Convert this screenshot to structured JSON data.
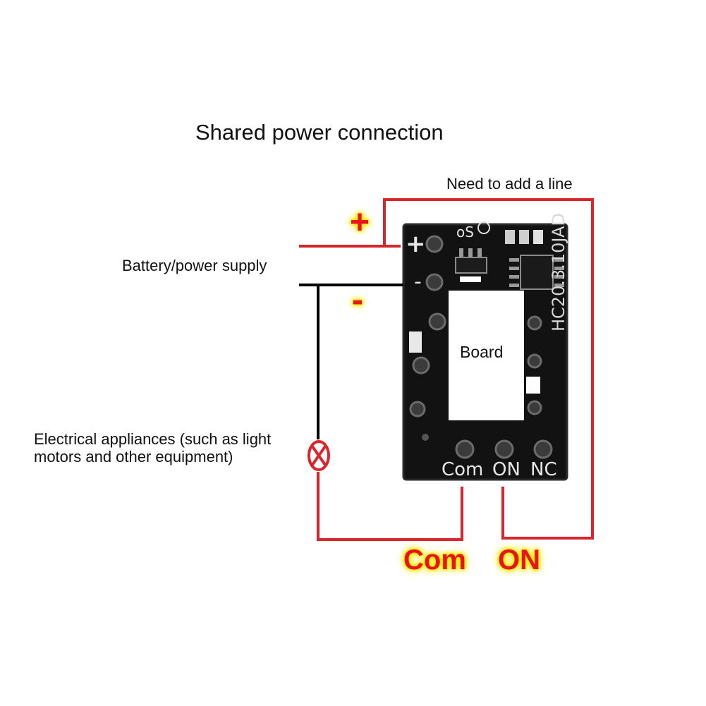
{
  "title": "Shared power connection",
  "note": "Need to add a line",
  "battery_label": "Battery/power supply",
  "appliance_label_lines": [
    "Electrical appliances (such as light",
    "motors and other equipment)"
  ],
  "board_label": "Board",
  "terminals": {
    "plus": "+",
    "minus": "-",
    "com": "Com",
    "on": "ON"
  },
  "pcb_silkscreen": {
    "pin_com": "Com",
    "pin_on": "ON",
    "pin_nc": "NC",
    "model": "HC20.3.10JAD",
    "plus_mark": "+",
    "minus_mark": "-",
    "os_mark": "oS"
  },
  "colors": {
    "wire_positive": "#d9252b",
    "wire_negative": "#000000",
    "label_red": "#e8141b",
    "label_glow": "#ffe800",
    "board_pcb": "#121212"
  }
}
